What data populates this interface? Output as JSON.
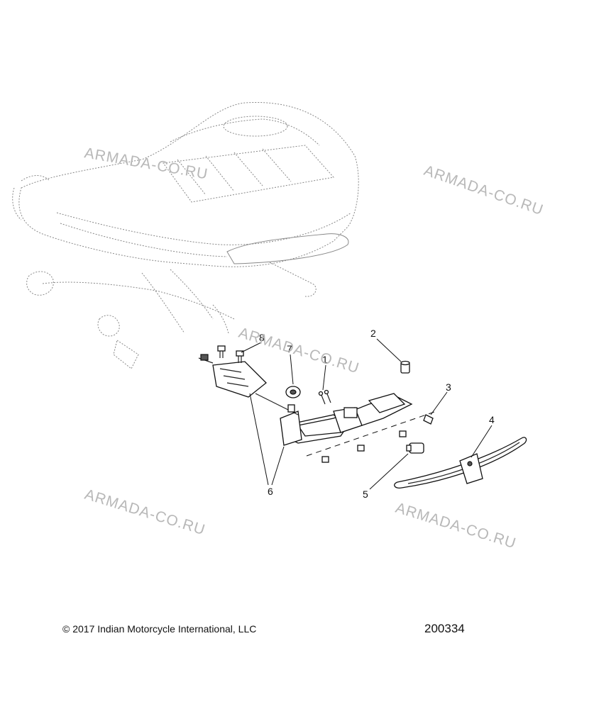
{
  "callouts": [
    {
      "id": "1",
      "label": "1"
    },
    {
      "id": "2",
      "label": "2"
    },
    {
      "id": "3",
      "label": "3"
    },
    {
      "id": "4",
      "label": "4"
    },
    {
      "id": "5",
      "label": "5"
    },
    {
      "id": "6",
      "label": "6"
    },
    {
      "id": "7",
      "label": "7"
    },
    {
      "id": "8",
      "label": "8"
    }
  ],
  "watermarks": [
    "ARMADA-CO.RU",
    "ARMADA-CO.RU",
    "ARMADA-CO.RU",
    "ARMADA-CO.RU",
    "ARMADA-CO.RU"
  ],
  "footer": {
    "copyright": "© 2017 Indian Motorcycle International, LLC",
    "figure_number": "200334"
  }
}
